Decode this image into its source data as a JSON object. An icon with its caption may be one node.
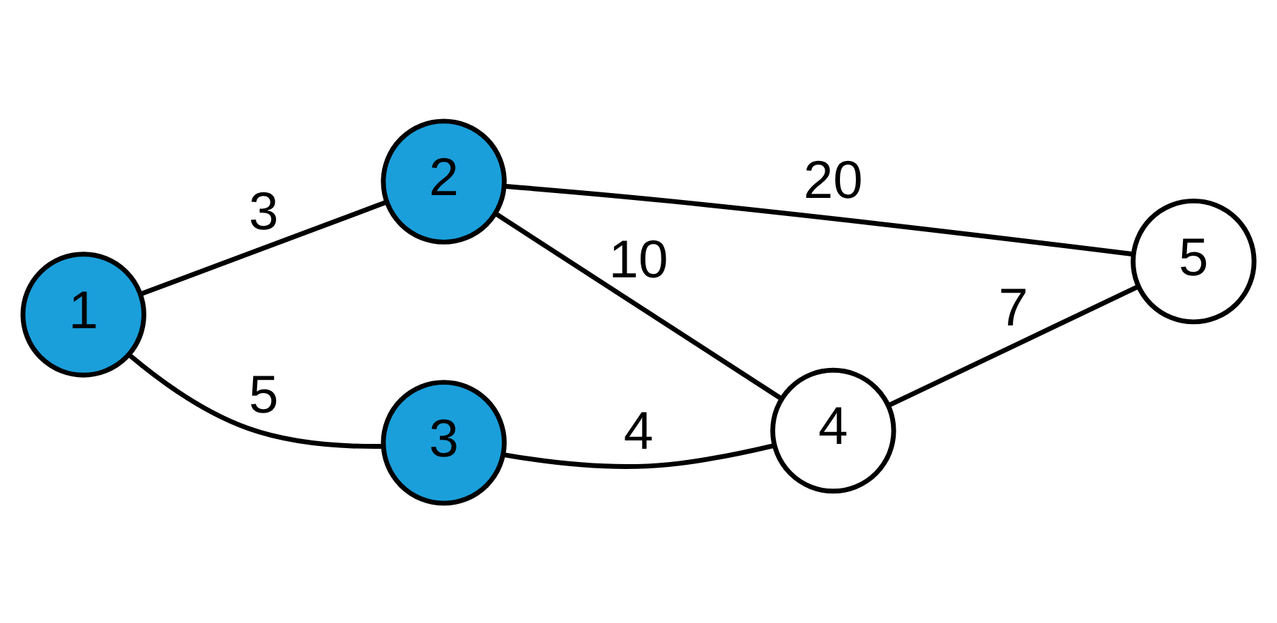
{
  "diagram": {
    "nodes": [
      {
        "text": [
          "1"
        ]
      },
      {
        "text": [
          "2"
        ]
      },
      {
        "text": [
          "3"
        ]
      },
      {
        "text": [
          "4"
        ]
      },
      {
        "text": [
          "5"
        ]
      }
    ],
    "edges": [
      {
        "from": 0,
        "to": 1,
        "arrow": "none",
        "label": "3"
      },
      {
        "from": 0,
        "to": 2,
        "arrow": "none",
        "label": "5"
      },
      {
        "from": 1,
        "to": 4,
        "arrow": "none",
        "label": "20"
      },
      {
        "from": 1,
        "to": 3,
        "arrow": "none",
        "label": "10"
      },
      {
        "from": 2,
        "to": 3,
        "arrow": "none",
        "label": "4"
      },
      {
        "from": 3,
        "to": 4,
        "arrow": "none",
        "label": "7"
      }
    ]
  }
}
